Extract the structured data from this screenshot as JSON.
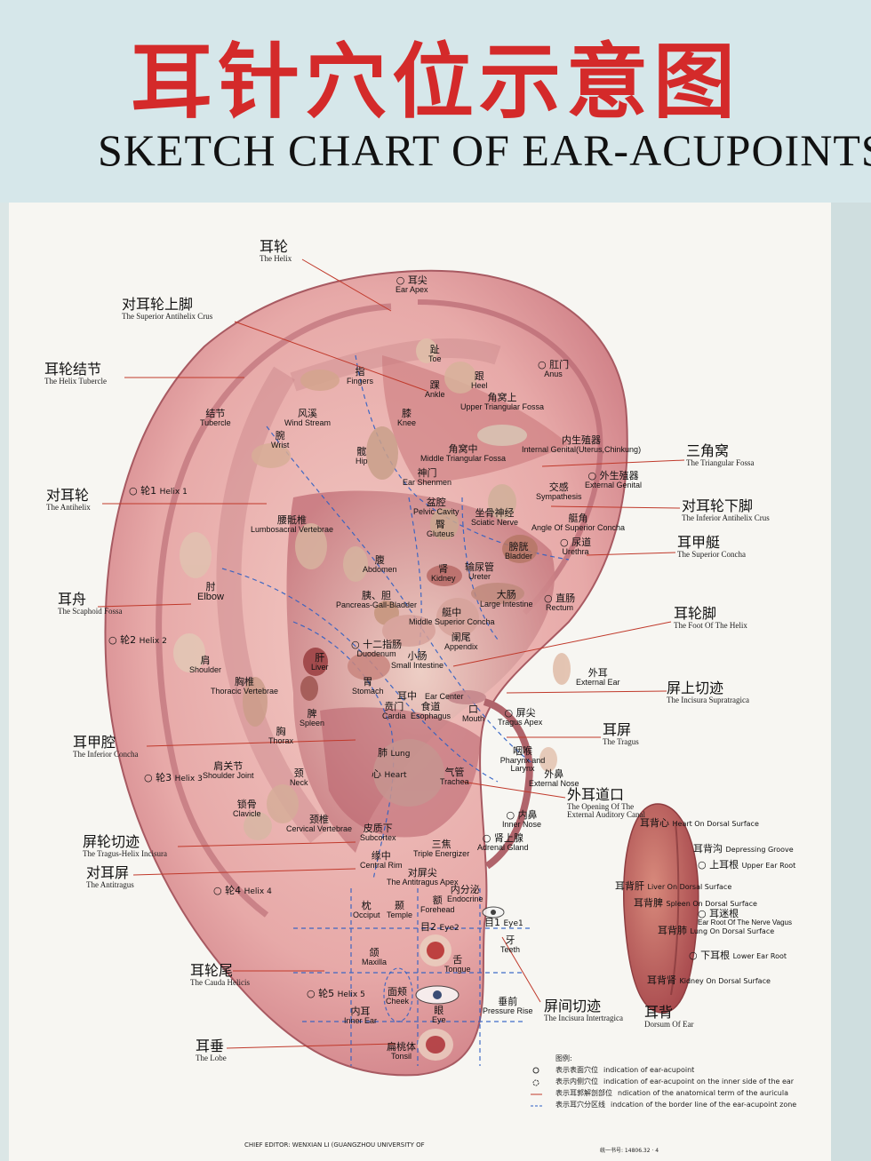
{
  "title_cn": "耳针穴位示意图",
  "title_en": "SKETCH CHART OF  EAR-ACUPOINTS",
  "outer_labels": [
    {
      "cn": "耳轮",
      "en": "The Helix"
    },
    {
      "cn": "对耳轮上脚",
      "en": "The Superior Antihelix Crus"
    },
    {
      "cn": "耳轮结节",
      "en": "The Helix Tubercle"
    },
    {
      "cn": "对耳轮",
      "en": "The Antihelix"
    },
    {
      "cn": "耳舟",
      "en": "The Scaphoid Fossa"
    },
    {
      "cn": "耳甲腔",
      "en": "The Inferior Concha"
    },
    {
      "cn": "屏轮切迹",
      "en": "The Tragus-Helix Incisura"
    },
    {
      "cn": "对耳屏",
      "en": "The Antitragus"
    },
    {
      "cn": "耳轮尾",
      "en": "The Cauda Helicis"
    },
    {
      "cn": "耳垂",
      "en": "The Lobe"
    },
    {
      "cn": "三角窝",
      "en": "The Triangular Fossa"
    },
    {
      "cn": "对耳轮下脚",
      "en": "The Inferior Antihelix Crus"
    },
    {
      "cn": "耳甲艇",
      "en": "The Superior Concha"
    },
    {
      "cn": "耳轮脚",
      "en": "The Foot Of  The Helix"
    },
    {
      "cn": "屏上切迹",
      "en": "The Incisura Supratragica"
    },
    {
      "cn": "耳屏",
      "en": "The Tragus"
    },
    {
      "cn": "外耳道口",
      "en": "The Opening Of The External Auditory Canal"
    },
    {
      "cn": "屏间切迹",
      "en": "The Incisura Intertragica"
    },
    {
      "cn": "耳背",
      "en": "Dorsum Of Ear"
    }
  ],
  "points": [
    {
      "cn": "耳尖",
      "en": "Ear Apex"
    },
    {
      "cn": "趾",
      "en": "Toe"
    },
    {
      "cn": "跟",
      "en": "Heel"
    },
    {
      "cn": "踝",
      "en": "Ankle"
    },
    {
      "cn": "肛门",
      "en": "Anus"
    },
    {
      "cn": "指",
      "en": "Fingers"
    },
    {
      "cn": "风溪",
      "en": "Wind Stream"
    },
    {
      "cn": "结节",
      "en": "Tubercle"
    },
    {
      "cn": "腕",
      "en": "Wrist"
    },
    {
      "cn": "膝",
      "en": "Knee"
    },
    {
      "cn": "髋",
      "en": "Hip"
    },
    {
      "cn": "角窝上",
      "en": "Upper Triangular Fossa"
    },
    {
      "cn": "角窝中",
      "en": "Middle Triangular Fossa"
    },
    {
      "cn": "内生殖器",
      "en": "Internal Genital(Uterus,Chinkung)"
    },
    {
      "cn": "神门",
      "en": "Ear Shenmen"
    },
    {
      "cn": "外生殖器",
      "en": "External Genital"
    },
    {
      "cn": "交感",
      "en": "Sympathesis"
    },
    {
      "cn": "轮1",
      "en": "Helix 1"
    },
    {
      "cn": "盆腔",
      "en": "Pelvic Cavity"
    },
    {
      "cn": "臀",
      "en": "Gluteus"
    },
    {
      "cn": "坐骨神经",
      "en": "Sciatic Nerve"
    },
    {
      "cn": "艇角",
      "en": "Angle Of Superior Concha"
    },
    {
      "cn": "腰骶椎",
      "en": "Lumbosacral Vertebrae"
    },
    {
      "cn": "腹",
      "en": "Abdomen"
    },
    {
      "cn": "膀胱",
      "en": "Bladder"
    },
    {
      "cn": "尿道",
      "en": "Urethra"
    },
    {
      "cn": "肾",
      "en": "Kidney"
    },
    {
      "cn": "输尿管",
      "en": "Ureter"
    },
    {
      "cn": "肘",
      "en": "Elbow"
    },
    {
      "cn": "胰、胆",
      "en": "Pancreas-Gall-Bladder"
    },
    {
      "cn": "大肠",
      "en": "Large Intestine"
    },
    {
      "cn": "直肠",
      "en": "Rectum"
    },
    {
      "cn": "艇中",
      "en": "Middle Superior Concha"
    },
    {
      "cn": "轮2",
      "en": "Helix 2"
    },
    {
      "cn": "十二指肠",
      "en": "Duodenum"
    },
    {
      "cn": "小肠",
      "en": "Small Intestine"
    },
    {
      "cn": "阑尾",
      "en": "Appendix"
    },
    {
      "cn": "肩",
      "en": "Shoulder"
    },
    {
      "cn": "肝",
      "en": "Liver"
    },
    {
      "cn": "外耳",
      "en": "External Ear"
    },
    {
      "cn": "胸椎",
      "en": "Thoracic Vertebrae"
    },
    {
      "cn": "胃",
      "en": "Stomach"
    },
    {
      "cn": "耳中",
      "en": "Ear Center"
    },
    {
      "cn": "贲门",
      "en": "Cardia"
    },
    {
      "cn": "食道",
      "en": "Esophagus"
    },
    {
      "cn": "口",
      "en": "Mouth"
    },
    {
      "cn": "脾",
      "en": "Spleen"
    },
    {
      "cn": "屏尖",
      "en": "Tragus Apex"
    },
    {
      "cn": "胸",
      "en": "Thorax"
    },
    {
      "cn": "咽喉",
      "en": "Pharynx and Larynx"
    },
    {
      "cn": "肺",
      "en": "Lung"
    },
    {
      "cn": "心",
      "en": "Heart"
    },
    {
      "cn": "气管",
      "en": "Trachea"
    },
    {
      "cn": "外鼻",
      "en": "External Nose"
    },
    {
      "cn": "肩关节",
      "en": "Shoulder Joint"
    },
    {
      "cn": "颈",
      "en": "Neck"
    },
    {
      "cn": "轮3",
      "en": "Helix 3"
    },
    {
      "cn": "锁骨",
      "en": "Clavicle"
    },
    {
      "cn": "颈椎",
      "en": "Cervical Vertebrae"
    },
    {
      "cn": "皮质下",
      "en": "Subcortex"
    },
    {
      "cn": "内鼻",
      "en": "Inner Nose"
    },
    {
      "cn": "三焦",
      "en": "Triple Energizer"
    },
    {
      "cn": "肾上腺",
      "en": "Adrenal Gland"
    },
    {
      "cn": "缘中",
      "en": "Central Rim"
    },
    {
      "cn": "对屏尖",
      "en": "The Antitragus Apex"
    },
    {
      "cn": "轮4",
      "en": "Helix 4"
    },
    {
      "cn": "内分泌",
      "en": "Endocrine"
    },
    {
      "cn": "枕",
      "en": "Occiput"
    },
    {
      "cn": "颞",
      "en": "Temple"
    },
    {
      "cn": "额",
      "en": "Forehead"
    },
    {
      "cn": "目1",
      "en": "Eye1"
    },
    {
      "cn": "目2",
      "en": "Eye2"
    },
    {
      "cn": "牙",
      "en": "Teeth"
    },
    {
      "cn": "颌",
      "en": "Maxilla"
    },
    {
      "cn": "舌",
      "en": "Tongue"
    },
    {
      "cn": "轮5",
      "en": "Helix 5"
    },
    {
      "cn": "面颊",
      "en": "Cheek"
    },
    {
      "cn": "内耳",
      "en": "Inner Ear"
    },
    {
      "cn": "眼",
      "en": "Eye"
    },
    {
      "cn": "垂前",
      "en": "Pressure Rise"
    },
    {
      "cn": "扁桃体",
      "en": "Tonsil"
    }
  ],
  "dorsal": [
    {
      "cn": "耳背心",
      "en": "Heart On Dorsal Surface"
    },
    {
      "cn": "耳背沟",
      "en": "Depressing Groove"
    },
    {
      "cn": "上耳根",
      "en": "Upper Ear Root"
    },
    {
      "cn": "耳背肝",
      "en": "Liver On Dorsal Surface"
    },
    {
      "cn": "耳背脾",
      "en": "Spleen On Dorsal Surface"
    },
    {
      "cn": "耳迷根",
      "en": "Ear Root Of The Nerve Vagus"
    },
    {
      "cn": "耳背肺",
      "en": "Lung On Dorsal Surface"
    },
    {
      "cn": "下耳根",
      "en": "Lower Ear Root"
    },
    {
      "cn": "耳背肾",
      "en": "Kidney On Dorsal Surface"
    }
  ],
  "legend": {
    "title": "图例:",
    "rows": [
      {
        "cn": "表示表面穴位",
        "en": "indication of  ear-acupoint"
      },
      {
        "cn": "表示内侧穴位",
        "en": "indication of ear-acupoint on the inner side of the ear"
      },
      {
        "cn": "表示耳郭解剖部位",
        "en": "ndication of the anatomical term of the auricula"
      },
      {
        "cn": "表示耳穴分区线",
        "en": "indcation of the border line of the ear-acupoint  zone"
      }
    ]
  },
  "footer": "CHIEF EDITOR: WENXIAN LI (GUANGZHOU UNIVERSITY OF",
  "footer_right": "统一书号: 14806.32 · 4",
  "colors": {
    "title_red": "#d42a2a",
    "ear_outer": "#e6a7a6",
    "ear_inner": "#c7747a",
    "line_red": "#c0392b",
    "zone_blue": "#2d5fc4"
  }
}
